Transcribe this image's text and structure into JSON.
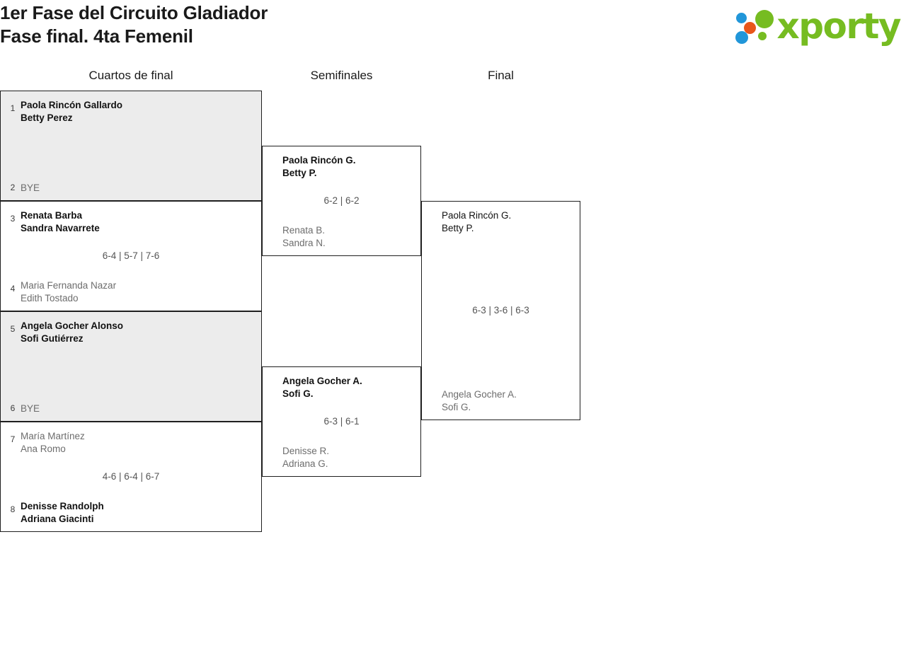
{
  "header": {
    "title_line1": "1er Fase del Circuito Gladiador",
    "title_line2": "Fase final. 4ta Femenil",
    "logo_text": "xporty",
    "logo_colors": {
      "green": "#76bc21",
      "blue": "#2196d9",
      "orange": "#e8561a"
    }
  },
  "rounds": [
    {
      "label": "Cuartos de final"
    },
    {
      "label": "Semifinales"
    },
    {
      "label": "Final"
    }
  ],
  "colors": {
    "shaded_row": "#ececec",
    "border": "#1f1f1f",
    "winner_text": "#121212",
    "loser_text": "#6d6d6d",
    "score_text": "#555555"
  },
  "bracket": {
    "quarterfinals": [
      {
        "shaded": true,
        "top": {
          "seed": "1",
          "line1": "Paola Rincón Gallardo",
          "line2": "Betty Perez",
          "status": "winner"
        },
        "bottom": {
          "seed": "2",
          "line1": "BYE",
          "line2": "",
          "status": "bye"
        },
        "score": ""
      },
      {
        "shaded": false,
        "top": {
          "seed": "3",
          "line1": "Renata Barba",
          "line2": "Sandra Navarrete",
          "status": "winner"
        },
        "bottom": {
          "seed": "4",
          "line1": "Maria Fernanda Nazar",
          "line2": "Edith Tostado",
          "status": "loser"
        },
        "score": "6-4 | 5-7 | 7-6"
      },
      {
        "shaded": true,
        "top": {
          "seed": "5",
          "line1": "Angela Gocher Alonso",
          "line2": "Sofi Gutiérrez",
          "status": "winner"
        },
        "bottom": {
          "seed": "6",
          "line1": "BYE",
          "line2": "",
          "status": "bye"
        },
        "score": ""
      },
      {
        "shaded": false,
        "top": {
          "seed": "7",
          "line1": "María Martínez",
          "line2": "Ana Romo",
          "status": "loser"
        },
        "bottom": {
          "seed": "8",
          "line1": "Denisse Randolph",
          "line2": "Adriana Giacinti",
          "status": "winner"
        },
        "score": "4-6 | 6-4 | 6-7"
      }
    ],
    "semifinals": [
      {
        "top": {
          "seed": "",
          "line1": "Paola Rincón G.",
          "line2": "Betty P.",
          "status": "winner"
        },
        "bottom": {
          "seed": "",
          "line1": "Renata B.",
          "line2": "Sandra N.",
          "status": "loser"
        },
        "score": "6-2 | 6-2"
      },
      {
        "top": {
          "seed": "",
          "line1": "Angela Gocher A.",
          "line2": "Sofi G.",
          "status": "winner"
        },
        "bottom": {
          "seed": "",
          "line1": "Denisse R.",
          "line2": "Adriana G.",
          "status": "loser"
        },
        "score": "6-3 | 6-1"
      }
    ],
    "final": [
      {
        "top": {
          "seed": "",
          "line1": "Paola Rincón G.",
          "line2": "Betty P.",
          "status": "final-winner"
        },
        "bottom": {
          "seed": "",
          "line1": "Angela Gocher A.",
          "line2": "Sofi G.",
          "status": "loser"
        },
        "score": "6-3 | 3-6 | 6-3"
      }
    ]
  }
}
